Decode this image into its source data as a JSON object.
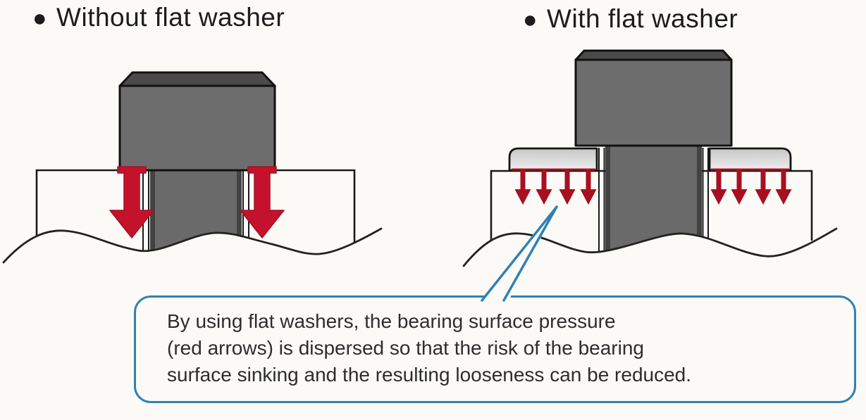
{
  "figure": {
    "type": "technical-illustration",
    "subject": "Effect of flat washers on bolt bearing surface pressure"
  },
  "panels": [
    {
      "bullet": "●",
      "title": "Without flat washer",
      "pressure_arrows": {
        "count": 2,
        "style": "large-concentrated"
      }
    },
    {
      "bullet": "●",
      "title": "With flat washer",
      "pressure_arrows": {
        "count": 8,
        "style": "small-distributed"
      }
    }
  ],
  "callout": {
    "lines": [
      "By using flat washers, the bearing surface pressure",
      "(red arrows) is dispersed so that the risk of the bearing",
      "surface sinking and the resulting looseness can be reduced."
    ]
  },
  "colors": {
    "background": "#fbfaf7",
    "title_dark": "#1c1c1c",
    "text_dark": "#2d2d2d",
    "outline": "#1a1a1a",
    "bolt_face": "#6d6d6d",
    "bolt_top": "#4a4a4a",
    "shank": "#6a6a6a",
    "shank_edge": "#424242",
    "washer_top": "#c6c6c6",
    "washer_bottom": "#efefef",
    "arrow_red": "#c5122c",
    "arrow_red_dark": "#a80f1f",
    "callout_blue": "#3181b4"
  }
}
